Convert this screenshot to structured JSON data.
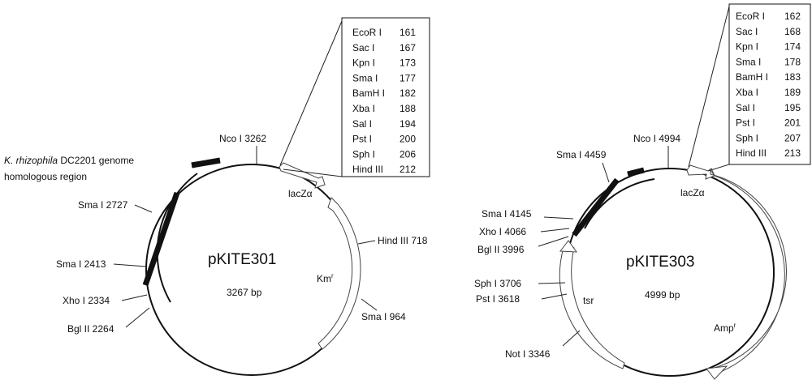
{
  "colors": {
    "line": "#111111",
    "background": "#ffffff"
  },
  "homology_label": {
    "italic": "K. rhizophila",
    "rest": " DC2201 genome",
    "line2": "homologous region"
  },
  "plasmids": [
    {
      "name": "pKITE301",
      "size": "3267 bp",
      "genes": [
        {
          "name": "lacZα"
        },
        {
          "name": "Km",
          "sup": "r"
        }
      ],
      "sites": [
        {
          "label": "Nco I 3262"
        },
        {
          "label": "Sma I 2727"
        },
        {
          "label": "Sma I 2413"
        },
        {
          "label": "Xho I 2334"
        },
        {
          "label": "Bgl II 2264"
        },
        {
          "label": "Hind III 718"
        },
        {
          "label": "Sma I 964"
        }
      ],
      "mcs": [
        {
          "enzyme": "EcoR I",
          "position": "161"
        },
        {
          "enzyme": "Sac I",
          "position": "167"
        },
        {
          "enzyme": "Kpn I",
          "position": "173"
        },
        {
          "enzyme": "Sma I",
          "position": "177"
        },
        {
          "enzyme": "BamH I",
          "position": "182"
        },
        {
          "enzyme": "Xba I",
          "position": "188"
        },
        {
          "enzyme": "Sal I",
          "position": "194"
        },
        {
          "enzyme": "Pst I",
          "position": "200"
        },
        {
          "enzyme": "Sph I",
          "position": "206"
        },
        {
          "enzyme": "Hind III",
          "position": "212"
        }
      ]
    },
    {
      "name": "pKITE303",
      "size": "4999 bp",
      "genes": [
        {
          "name": "lacZα"
        },
        {
          "name": "tsr"
        },
        {
          "name": "Amp",
          "sup": "r"
        }
      ],
      "sites": [
        {
          "label": "Nco I 4994"
        },
        {
          "label": "Sma I 4459"
        },
        {
          "label": "Sma I 4145"
        },
        {
          "label": "Xho I 4066"
        },
        {
          "label": "Bgl II 3996"
        },
        {
          "label": "Sph I 3706"
        },
        {
          "label": "Pst I 3618"
        },
        {
          "label": "Not I 3346"
        }
      ],
      "mcs": [
        {
          "enzyme": "EcoR I",
          "position": "162"
        },
        {
          "enzyme": "Sac I",
          "position": "168"
        },
        {
          "enzyme": "Kpn I",
          "position": "174"
        },
        {
          "enzyme": "Sma I",
          "position": "178"
        },
        {
          "enzyme": "BamH I",
          "position": "183"
        },
        {
          "enzyme": "Xba I",
          "position": "189"
        },
        {
          "enzyme": "Sal I",
          "position": "195"
        },
        {
          "enzyme": "Pst I",
          "position": "201"
        },
        {
          "enzyme": "Sph I",
          "position": "207"
        },
        {
          "enzyme": "Hind III",
          "position": "213"
        }
      ]
    }
  ]
}
